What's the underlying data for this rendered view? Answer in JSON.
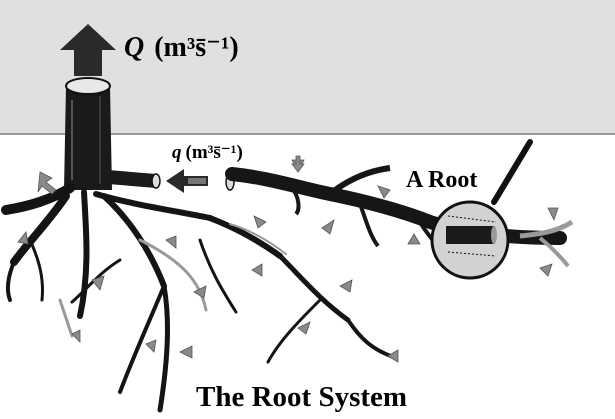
{
  "labels": {
    "total_flux_symbol": "Q",
    "total_flux_unit": "(m³s̄⁻¹)",
    "root_flux_symbol": "q",
    "root_flux_unit": "(m³s̄⁻¹)",
    "single_root": "A Root",
    "root_system": "The Root System"
  },
  "colors": {
    "sky": "#e0e0e0",
    "ground": "#ffffff",
    "root": "#111111",
    "root_highlight": "#9a9a9a",
    "arrow": "#8a8a8a",
    "magnifier_fill": "#d2d2d2"
  },
  "icons": {
    "total_flow_arrow": "arrow-up-icon",
    "root_flow_arrow": "arrow-left-icon",
    "inflow_arrows": "small-arrow-icon",
    "magnifier": "magnifying-glass-icon"
  }
}
